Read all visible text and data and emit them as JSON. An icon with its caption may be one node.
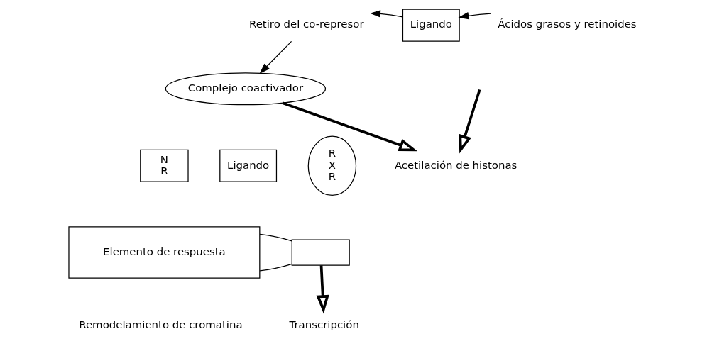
{
  "diagram": {
    "nodes": [
      {
        "text": [
          "Retiro del co-represor"
        ]
      },
      {
        "text": [
          "Ligando"
        ]
      },
      {
        "text": [
          "Ácidos grasos y retinoides"
        ]
      },
      {
        "text": [
          "Complejo coactivador"
        ]
      },
      {
        "text": [
          "Ligando"
        ]
      },
      {
        "text": [
          "N R"
        ]
      },
      {
        "text": [
          "R X R"
        ]
      },
      {
        "text": [
          "Elemento de respuesta"
        ]
      },
      {
        "text": [],
        "shape": "box"
      },
      {
        "text": [
          "Acetilación de histonas"
        ]
      },
      {
        "text": [
          "Transcripción"
        ]
      }
    ],
    "edges": [
      {
        "from": 2,
        "to": 1,
        "arrow": "to"
      },
      {
        "from": 1,
        "to": 0,
        "arrow": "to"
      },
      {
        "from": 0,
        "to": 3,
        "arrow": "to"
      },
      {
        "from": 3,
        "to": 9,
        "arrow": "to",
        "style": "thick"
      },
      {
        "from": null,
        "to": 9,
        "arrow": "to",
        "style": "thick"
      },
      {
        "from": 7,
        "to": 8,
        "arrow": "none"
      },
      {
        "from": 7,
        "to": 8,
        "arrow": "none"
      },
      {
        "from": 8,
        "to": 10,
        "arrow": "to",
        "style": "thick"
      }
    ],
    "labels": [
      "Remodelamiento de cromatina"
    ]
  }
}
